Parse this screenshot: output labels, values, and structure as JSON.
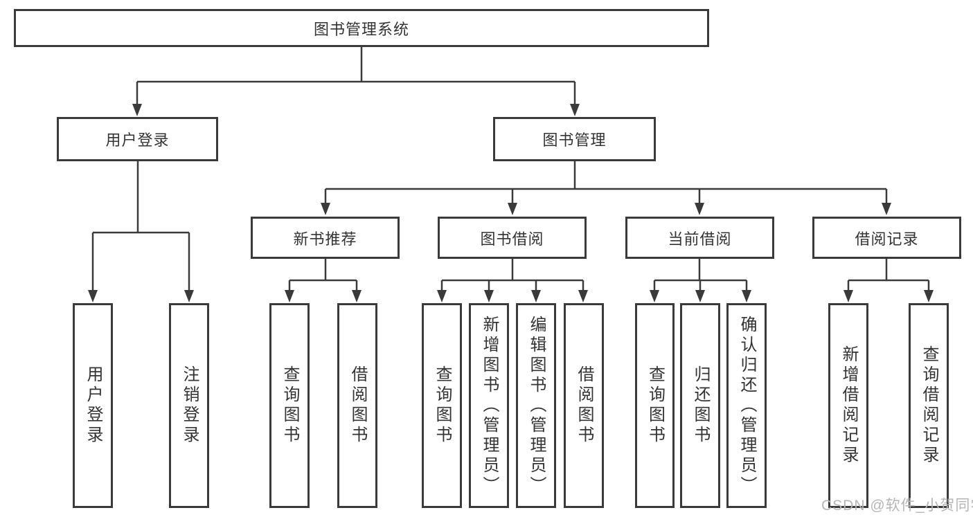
{
  "diagram_type": "hierarchy",
  "colors": {
    "line": "#3a3a3a",
    "border": "#3a3a3a",
    "text": "#333333",
    "background": "#ffffff",
    "watermark": "#b5b5b5"
  },
  "watermark": {
    "text": "CSDN @软件_小贺同学"
  },
  "tree": {
    "label": "图书管理系统",
    "children": [
      {
        "label": "用户登录",
        "children": [
          {
            "label": "用户登录"
          },
          {
            "label": "注销登录"
          }
        ]
      },
      {
        "label": "图书管理",
        "children": [
          {
            "label": "新书推荐",
            "children": [
              {
                "label": "查询图书"
              },
              {
                "label": "借阅图书"
              }
            ]
          },
          {
            "label": "图书借阅",
            "children": [
              {
                "label": "查询图书"
              },
              {
                "label": "新增图书（管理员）"
              },
              {
                "label": "编辑图书（管理员）"
              },
              {
                "label": "借阅图书"
              }
            ]
          },
          {
            "label": "当前借阅",
            "children": [
              {
                "label": "查询图书"
              },
              {
                "label": "归还图书"
              },
              {
                "label": "确认归还（管理员）"
              }
            ]
          },
          {
            "label": "借阅记录",
            "children": [
              {
                "label": "新增借阅记录"
              },
              {
                "label": "查询借阅记录"
              }
            ]
          }
        ]
      }
    ]
  }
}
